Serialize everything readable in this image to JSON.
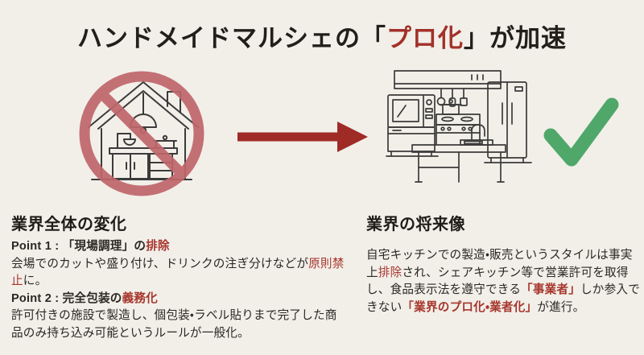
{
  "colors": {
    "background": "#f2efe9",
    "ink": "#242019",
    "accent-red": "#a6362c",
    "title-red": "#a33129",
    "prohibition-red": "#c0666b",
    "arrow-red": "#9f2b27",
    "check-green": "#4fa86a",
    "line-art": "#3b3b3b"
  },
  "title": {
    "pre": "ハンドメイドマルシェの「",
    "highlight": "プロ化",
    "post": "」が加速"
  },
  "icons": {
    "left_illustration": "home-kitchen-prohibited",
    "arrow": "arrow-right",
    "right_illustration": "commercial-kitchen",
    "check": "checkmark"
  },
  "sections": {
    "left": {
      "heading": "業界全体の変化",
      "lines": [
        {
          "bold": true,
          "segments": [
            {
              "text": "Point 1 : 「現場調理」の"
            },
            {
              "text": "排除",
              "accent": true
            }
          ]
        },
        {
          "bold": false,
          "segments": [
            {
              "text": "会場でのカットや盛り付け、ドリンクの注ぎ分けなどが"
            },
            {
              "text": "原則禁止",
              "accent": true
            },
            {
              "text": "に。"
            }
          ]
        },
        {
          "bold": true,
          "segments": [
            {
              "text": "Point 2 : 完全包装の"
            },
            {
              "text": "義務化",
              "accent": true
            }
          ]
        },
        {
          "bold": false,
          "segments": [
            {
              "text": "許可付きの施設で製造し、個包装・ラベル貼りまで完了した商品のみ持ち込み可能というルールが一般化。"
            }
          ]
        }
      ]
    },
    "right": {
      "heading": "業界の将来像",
      "lines": [
        {
          "bold": false,
          "segments": [
            {
              "text": "自宅キッチンでの製造・販売というスタイルは事実上"
            },
            {
              "text": "排除",
              "accent": true
            },
            {
              "text": "され、シェアキッチン等で営業許可を取得し、食品表示法を遵守できる"
            },
            {
              "text": "「事業者」",
              "accent": true,
              "bold": true
            },
            {
              "text": "しか参入できない"
            },
            {
              "text": "「業界のプロ化・業者化」",
              "accent": true,
              "bold": true
            },
            {
              "text": "が進行。"
            }
          ]
        }
      ]
    }
  }
}
